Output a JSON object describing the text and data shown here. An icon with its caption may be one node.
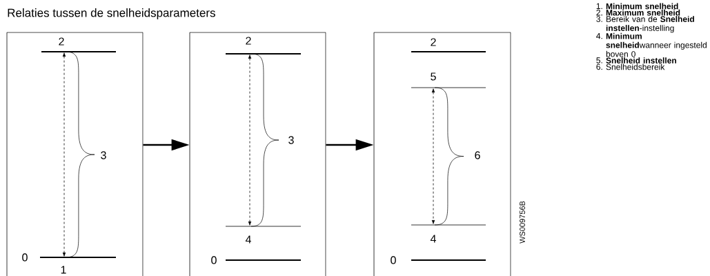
{
  "diagram": {
    "title": "Relaties tussen de snelheidsparameters",
    "nodes": [
      {
        "text": [],
        "shape": "box"
      },
      {
        "text": [],
        "shape": "box"
      },
      {
        "text": [],
        "shape": "box"
      }
    ],
    "edges": [
      {
        "from": 0,
        "to": 1,
        "arrow": "to"
      },
      {
        "from": 1,
        "to": 2,
        "arrow": "to"
      }
    ],
    "labels": [
      "2",
      "3",
      "0",
      "1",
      "2",
      "3",
      "4",
      "0",
      "2",
      "5",
      "6",
      "4",
      "0",
      "WS009756B",
      "1.",
      "Minimum snelheid",
      "2.",
      "Maximum snelheid",
      "3.",
      "Bereik van de **Snelheid instellen**-instelling",
      "4.",
      "**Minimum snelheid**wanneer ingesteld boven 0",
      "5.",
      "Snelheid instellen",
      "6.",
      "Snelheidsbereik"
    ]
  }
}
